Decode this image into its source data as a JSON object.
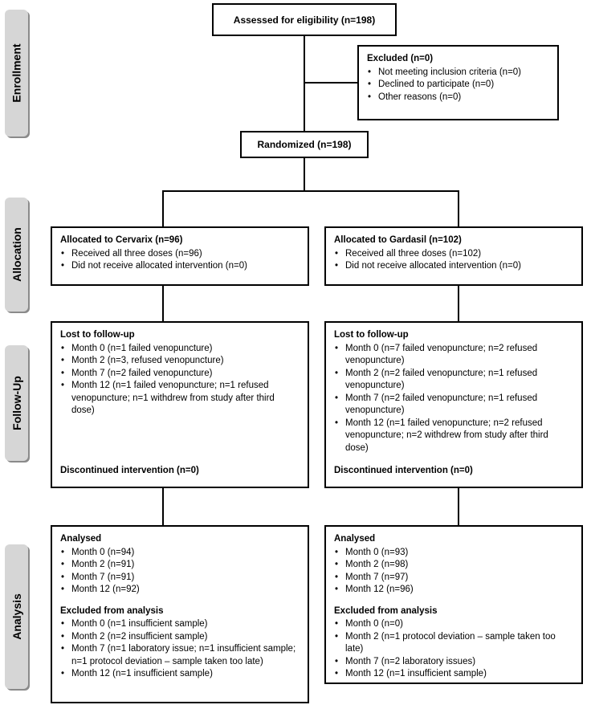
{
  "stages": {
    "enrollment": "Enrollment",
    "allocation": "Allocation",
    "followup": "Follow-Up",
    "analysis": "Analysis"
  },
  "assessed": "Assessed for eligibility (n=198)",
  "excluded": {
    "title": "Excluded  (n=0)",
    "items": [
      "Not meeting inclusion criteria (n=0)",
      "Declined to participate (n=0)",
      "Other reasons (n=0)"
    ]
  },
  "randomized": "Randomized (n=198)",
  "cervarix": {
    "allocation": {
      "title": "Allocated to Cervarix (n=96)",
      "items": [
        "Received all three doses (n=96)",
        "Did not receive allocated intervention (n=0)"
      ]
    },
    "followup": {
      "title": "Lost to follow-up",
      "items": [
        "Month 0 (n=1 failed venopuncture)",
        "Month 2 (n=3, refused venopuncture)",
        "Month 7 (n=2 failed venopuncture)",
        "Month 12 (n=1 failed venopuncture; n=1 refused venopuncture; n=1 withdrew from study after third dose)"
      ],
      "discontinued": "Discontinued intervention (n=0)"
    },
    "analysis": {
      "title": "Analysed",
      "items": [
        "Month 0 (n=94)",
        "Month 2 (n=91)",
        "Month 7 (n=91)",
        "Month 12 (n=92)"
      ],
      "excluded_title": "Excluded from analysis",
      "excluded_items": [
        "Month 0 (n=1 insufficient sample)",
        "Month 2 (n=2 insufficient sample)",
        "Month 7 (n=1 laboratory issue; n=1 insufficient sample; n=1 protocol deviation – sample taken too late)",
        "Month 12 (n=1 insufficient sample)"
      ]
    }
  },
  "gardasil": {
    "allocation": {
      "title": "Allocated to Gardasil (n=102)",
      "items": [
        "Received all three doses (n=102)",
        "Did not receive allocated intervention (n=0)"
      ]
    },
    "followup": {
      "title": "Lost to follow-up",
      "items": [
        "Month 0 (n=7 failed venopuncture; n=2 refused venopuncture)",
        "Month 2 (n=2 failed venopuncture; n=1 refused venopuncture)",
        "Month 7 (n=2 failed venopuncture; n=1 refused venopuncture)",
        "Month 12 (n=1 failed venopuncture; n=2 refused venopuncture; n=2 withdrew from study after third dose)"
      ],
      "discontinued": "Discontinued intervention (n=0)"
    },
    "analysis": {
      "title": "Analysed",
      "items": [
        "Month 0 (n=93)",
        "Month 2 (n=98)",
        "Month 7 (n=97)",
        "Month 12 (n=96)"
      ],
      "excluded_title": "Excluded from analysis",
      "excluded_items": [
        "Month 0 (n=0)",
        "Month 2 (n=1 protocol deviation – sample taken too late)",
        "Month 7 (n=2 laboratory issues)",
        "Month 12 (n=1 insufficient sample)"
      ]
    }
  }
}
